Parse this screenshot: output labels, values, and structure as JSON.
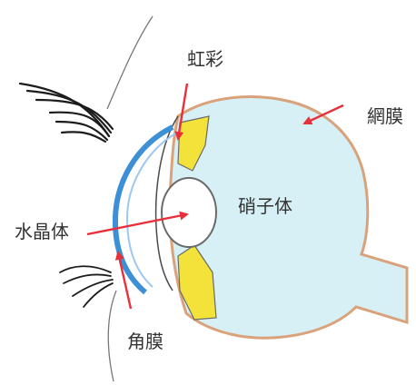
{
  "labels": {
    "iris": "虹彩",
    "retina": "網膜",
    "vitreous": "硝子体",
    "lens": "水晶体",
    "cornea": "角膜"
  },
  "colors": {
    "arrow": "#e8303a",
    "retina_outline": "#d9a27a",
    "vitreous_fill": "#d7f0f6",
    "cornea": "#3d8fd6",
    "iris_yellow": "#f2e23a",
    "pencil": "#4a4a4a"
  }
}
